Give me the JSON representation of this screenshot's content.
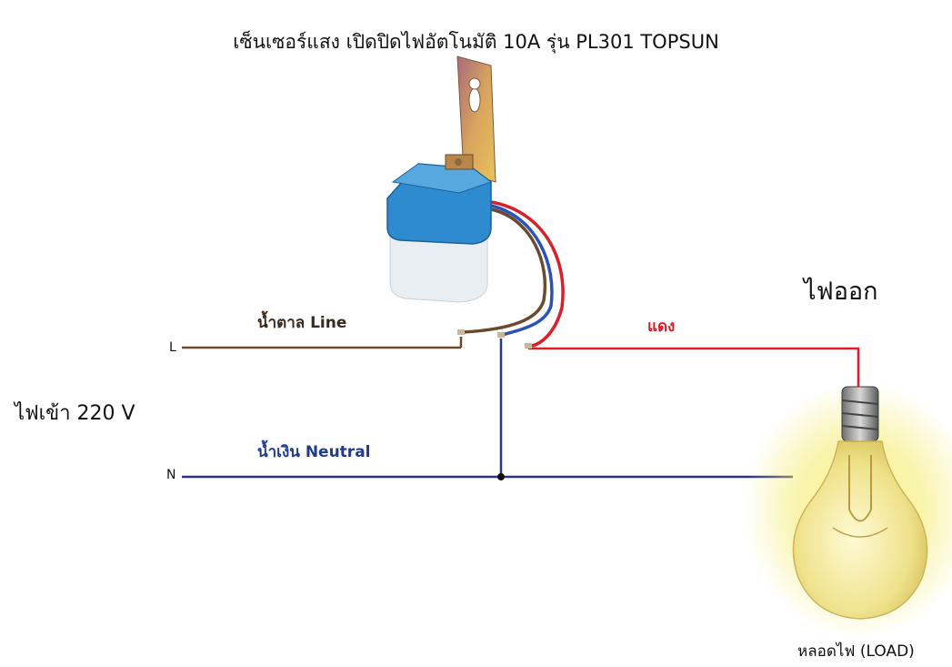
{
  "title": "เซ็นเซอร์แสง เปิดปิดไฟอัตโนมัติ 10A รุ่น PL301 TOPSUN",
  "labels": {
    "output": "ไฟออก",
    "input": "ไฟเข้า 220 V",
    "terminal_L": "L",
    "terminal_N": "N",
    "wire_line": "น้ำตาล Line",
    "wire_red": "แดง",
    "wire_neutral": "น้ำเงิน Neutral",
    "load": "หลอดไฟ (LOAD)"
  },
  "colors": {
    "line_wire": "#6b4a2e",
    "red_wire": "#e01b24",
    "neutral_wire": "#25358c",
    "sensor_body": "#2f8bd0",
    "sensor_cap": "#e8eef2",
    "bracket": "#c98a5a",
    "bulb_glow": "#f7ef5a"
  },
  "icons": {
    "sensor": "light-sensor-icon",
    "bulb": "light-bulb-icon"
  }
}
